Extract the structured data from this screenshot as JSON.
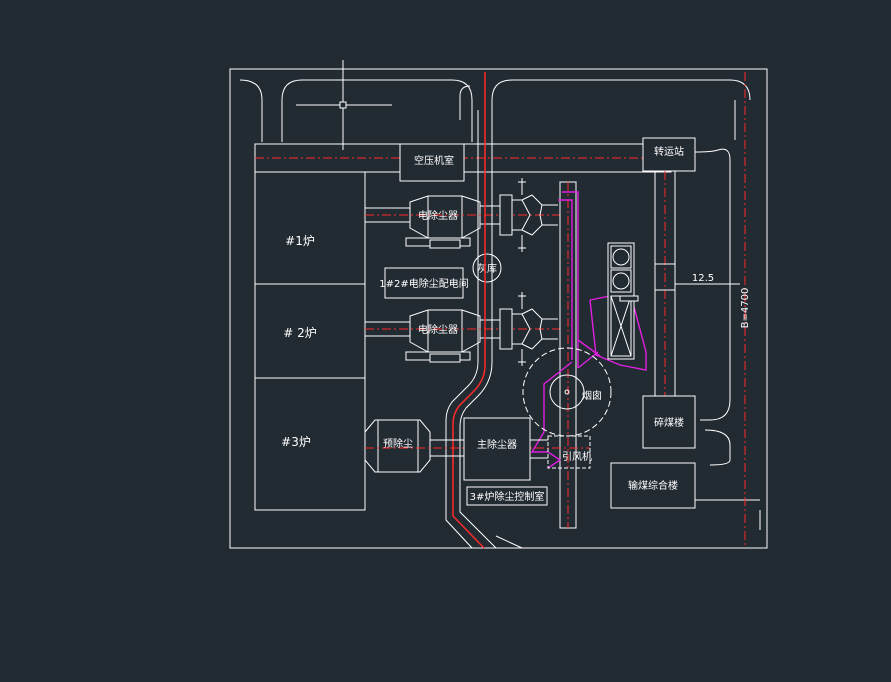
{
  "labels": {
    "air_compressor_room": "空压机室",
    "transfer_station": "转运站",
    "boiler_1": "#1炉",
    "boiler_2": "# 2炉",
    "boiler_3": "#3炉",
    "esp_1": "电除尘器",
    "esp_2": "电除尘器",
    "esp_distribution_room": "1#2#电除尘配电间",
    "ash_silo": "灰库",
    "chimney": "烟囱",
    "pre_duster": "预除尘",
    "main_duster": "主除尘器",
    "induced_fan": "引风机",
    "control_room_3": "3#炉除尘控制室",
    "coal_crusher": "碎煤楼",
    "coal_storage_building": "输煤综合楼",
    "dimension_value": "12.5",
    "elevation_tag": "B=4700"
  },
  "colors": {
    "background": "#222a32",
    "linework": "#ffffff",
    "centerline": "#ff2a2a",
    "duct": "#e020e0"
  }
}
